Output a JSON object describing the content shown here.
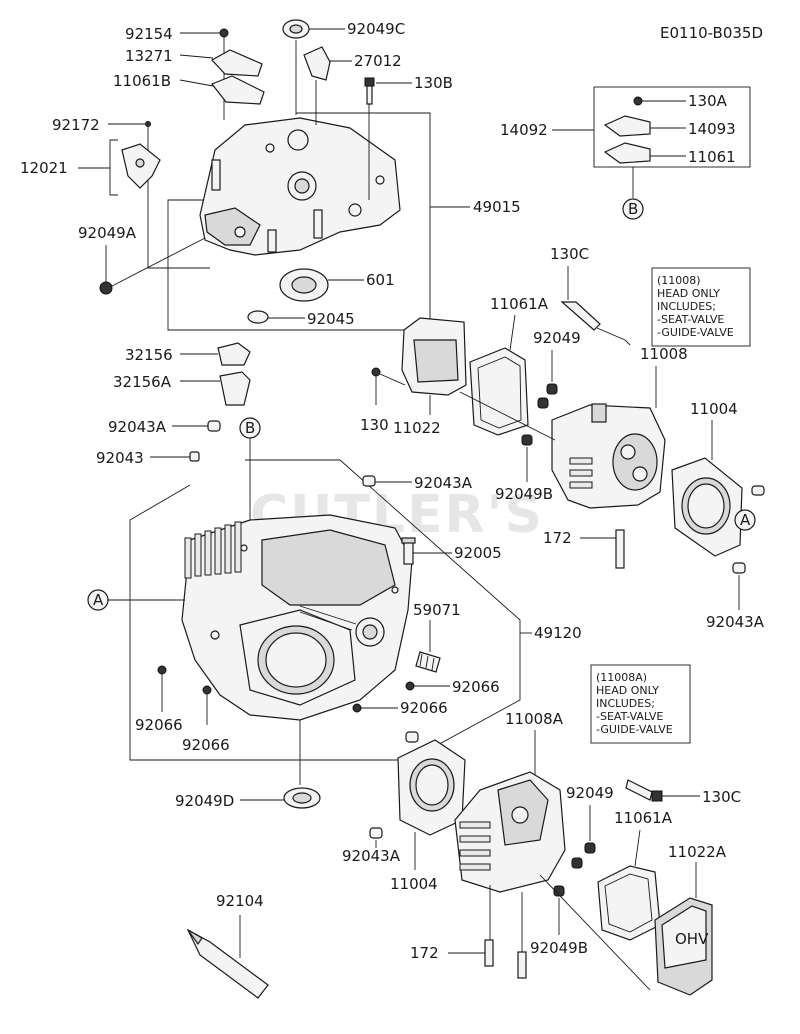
{
  "diagram_code": "E0110-B035D",
  "watermark": "CUTLER'S",
  "parts": {
    "p92154": "92154",
    "p13271": "13271",
    "p11061B": "11061B",
    "p92049C": "92049C",
    "p27012": "27012",
    "p130B": "130B",
    "p92172": "92172",
    "p12021": "12021",
    "p92049A": "92049A",
    "p49015": "49015",
    "p601": "601",
    "p92045": "92045",
    "p130A": "130A",
    "p14092": "14092",
    "p14093": "14093",
    "p11061": "11061",
    "pB_top": "B",
    "p130C_top": "130C",
    "p11061A_top": "11061A",
    "p92049_top": "92049",
    "p11008": "11008",
    "p11004_top": "11004",
    "p130": "130",
    "p11022": "11022",
    "p92049B_top": "92049B",
    "pA_right": "A",
    "p172_top": "172",
    "p92043A_right": "92043A",
    "p32156": "32156",
    "p32156A": "32156A",
    "p92043A_left": "92043A",
    "pB_left": "B",
    "p92043": "92043",
    "p92043A_mid": "92043A",
    "p92005": "92005",
    "pA_left": "A",
    "p59071": "59071",
    "p49120": "49120",
    "p92066_a": "92066",
    "p92066_b": "92066",
    "p92066_c": "92066",
    "p92066_d": "92066",
    "p11008A": "11008A",
    "p92049D": "92049D",
    "p92049_bot": "92049",
    "p130C_bot": "130C",
    "p11061A_bot": "11061A",
    "p92043A_bot": "92043A",
    "p11004_bot": "11004",
    "p11022A": "11022A",
    "p92104": "92104",
    "p172_bot": "172",
    "p92049B_bot": "92049B"
  },
  "note_top": {
    "line1": "(11008)",
    "line2": "HEAD ONLY",
    "line3": "INCLUDES;",
    "line4": "-SEAT-VALVE",
    "line5": "-GUIDE-VALVE"
  },
  "note_bottom": {
    "line1": "(11008A)",
    "line2": "HEAD ONLY",
    "line3": "INCLUDES;",
    "line4": "-SEAT-VALVE",
    "line5": "-GUIDE-VALVE"
  },
  "cover_stamp": "OHV"
}
